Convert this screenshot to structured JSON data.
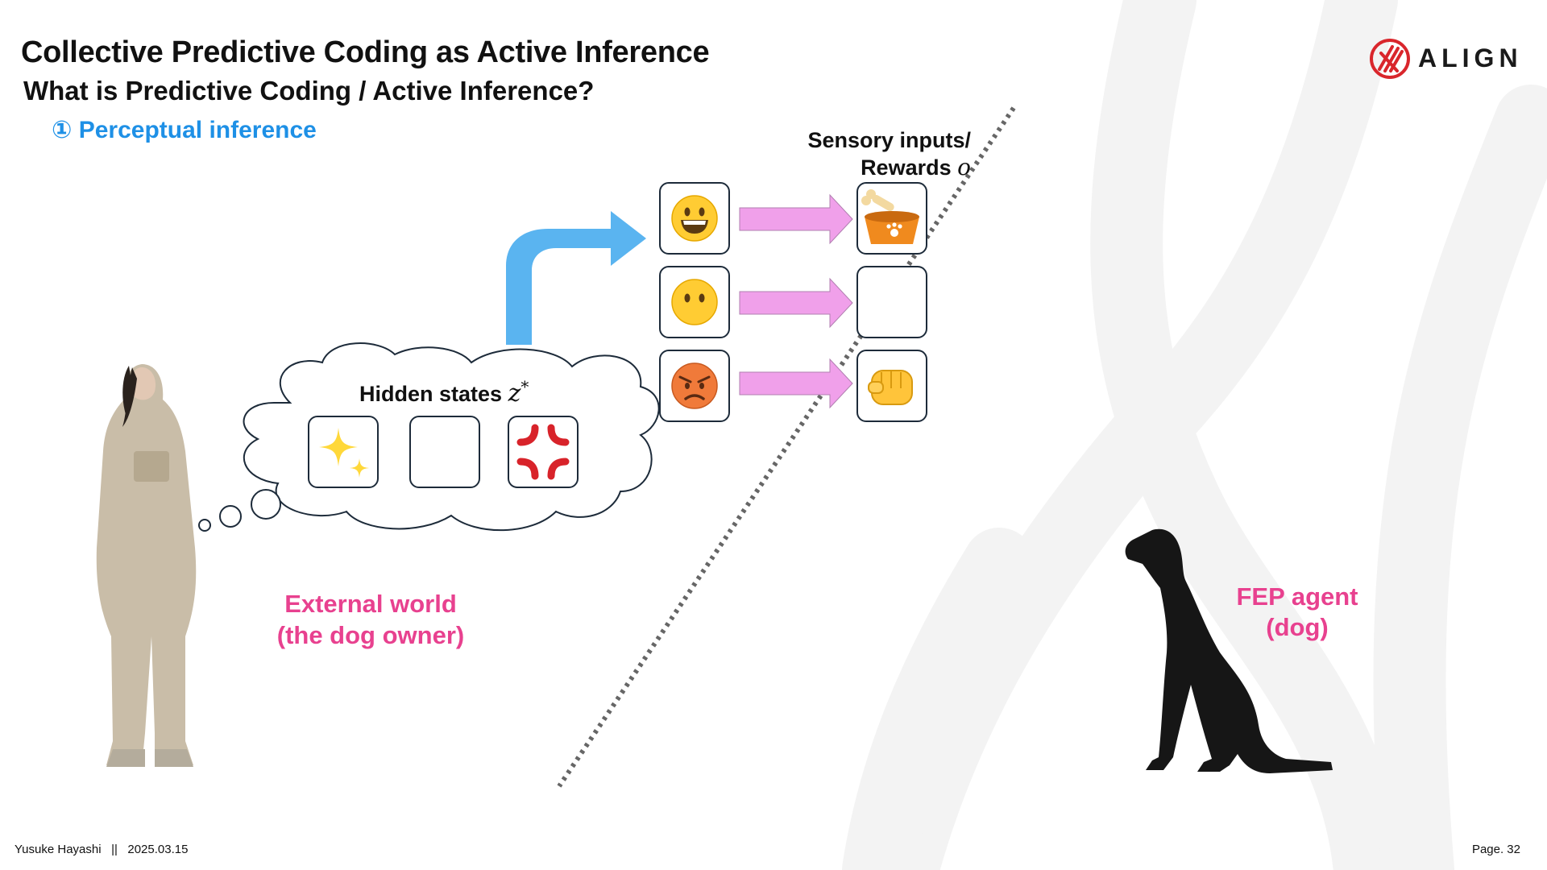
{
  "slide": {
    "title": "Collective Predictive Coding as Active Inference",
    "subtitle": "What is Predictive Coding / Active Inference?",
    "section_heading": "① Perceptual inference"
  },
  "logo": {
    "text": "ALIGN",
    "brand_color": "#d9262c"
  },
  "diagram": {
    "hidden_states_label": "Hidden states",
    "hidden_states_symbol": "z",
    "hidden_states_superscript": "*",
    "sensory_label_line1": "Sensory inputs/",
    "sensory_label_line2": "Rewards",
    "sensory_symbol": "o",
    "external_world_line1": "External world",
    "external_world_line2": "(the dog owner)",
    "agent_line1": "FEP agent",
    "agent_line2": "(dog)",
    "hidden_state_icons": [
      "sparkles-icon",
      "empty",
      "anger-symbol-icon"
    ],
    "owner_expressions": [
      "grinning-face-icon",
      "neutral-face-icon",
      "angry-face-icon"
    ],
    "dog_observations": [
      "food-bowl-with-bone-icon",
      "empty",
      "fist-icon"
    ]
  },
  "colors": {
    "heading_blue": "#1e90e6",
    "label_pink": "#e8418f",
    "arrow_blue": "#5ab4f0",
    "arrow_pink": "#f0a0ea"
  },
  "footer": {
    "author_and_date": "Yusuke Hayashi   ||   2025.03.15",
    "page": "Page. 32"
  }
}
